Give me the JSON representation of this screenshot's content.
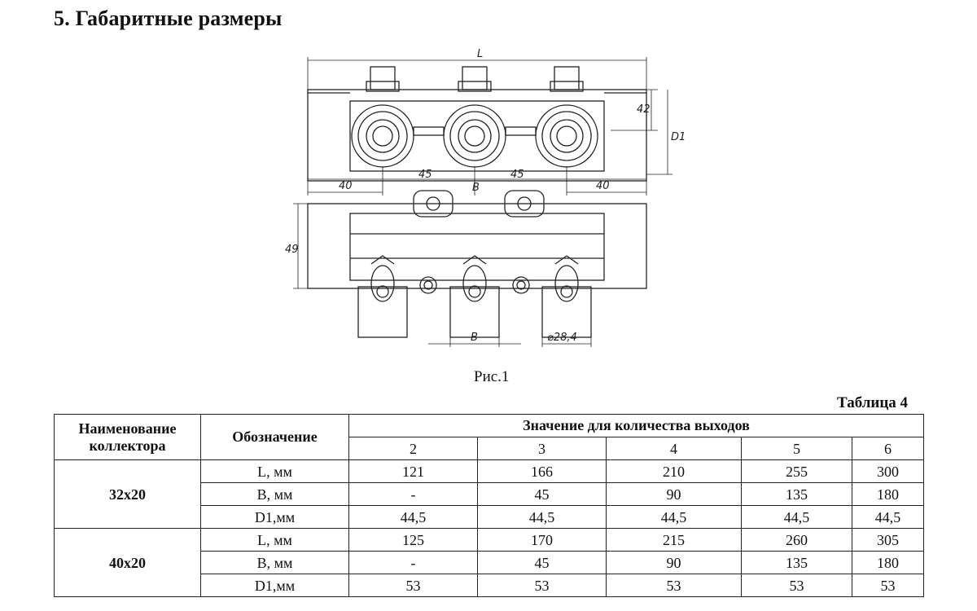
{
  "page": {
    "heading": "5. Габаритные размеры"
  },
  "figure": {
    "caption": "Рис.1",
    "dimensions": {
      "L": "L",
      "d42": "42",
      "D1": "D1",
      "d40_left": "40",
      "d45_left": "45",
      "d45_right": "45",
      "B_top": "B",
      "d40_right": "40",
      "d49": "49",
      "B_bottom": "B",
      "phi": "⌀28,4"
    }
  },
  "table": {
    "title": "Таблица 4",
    "headers": {
      "name": "Наименование коллектора",
      "designation": "Обозначение",
      "values": "Значение для количества выходов"
    },
    "outputs": [
      "2",
      "3",
      "4",
      "5",
      "6"
    ],
    "groups": [
      {
        "name": "32x20",
        "rows": [
          {
            "designation": "L, мм",
            "values": [
              "121",
              "166",
              "210",
              "255",
              "300"
            ]
          },
          {
            "designation": "B, мм",
            "values": [
              "-",
              "45",
              "90",
              "135",
              "180"
            ]
          },
          {
            "designation": "D1,мм",
            "values": [
              "44,5",
              "44,5",
              "44,5",
              "44,5",
              "44,5"
            ]
          }
        ]
      },
      {
        "name": "40x20",
        "rows": [
          {
            "designation": "L, мм",
            "values": [
              "125",
              "170",
              "215",
              "260",
              "305"
            ]
          },
          {
            "designation": "B, мм",
            "values": [
              "-",
              "45",
              "90",
              "135",
              "180"
            ]
          },
          {
            "designation": "D1,мм",
            "values": [
              "53",
              "53",
              "53",
              "53",
              "53"
            ]
          }
        ]
      }
    ]
  }
}
